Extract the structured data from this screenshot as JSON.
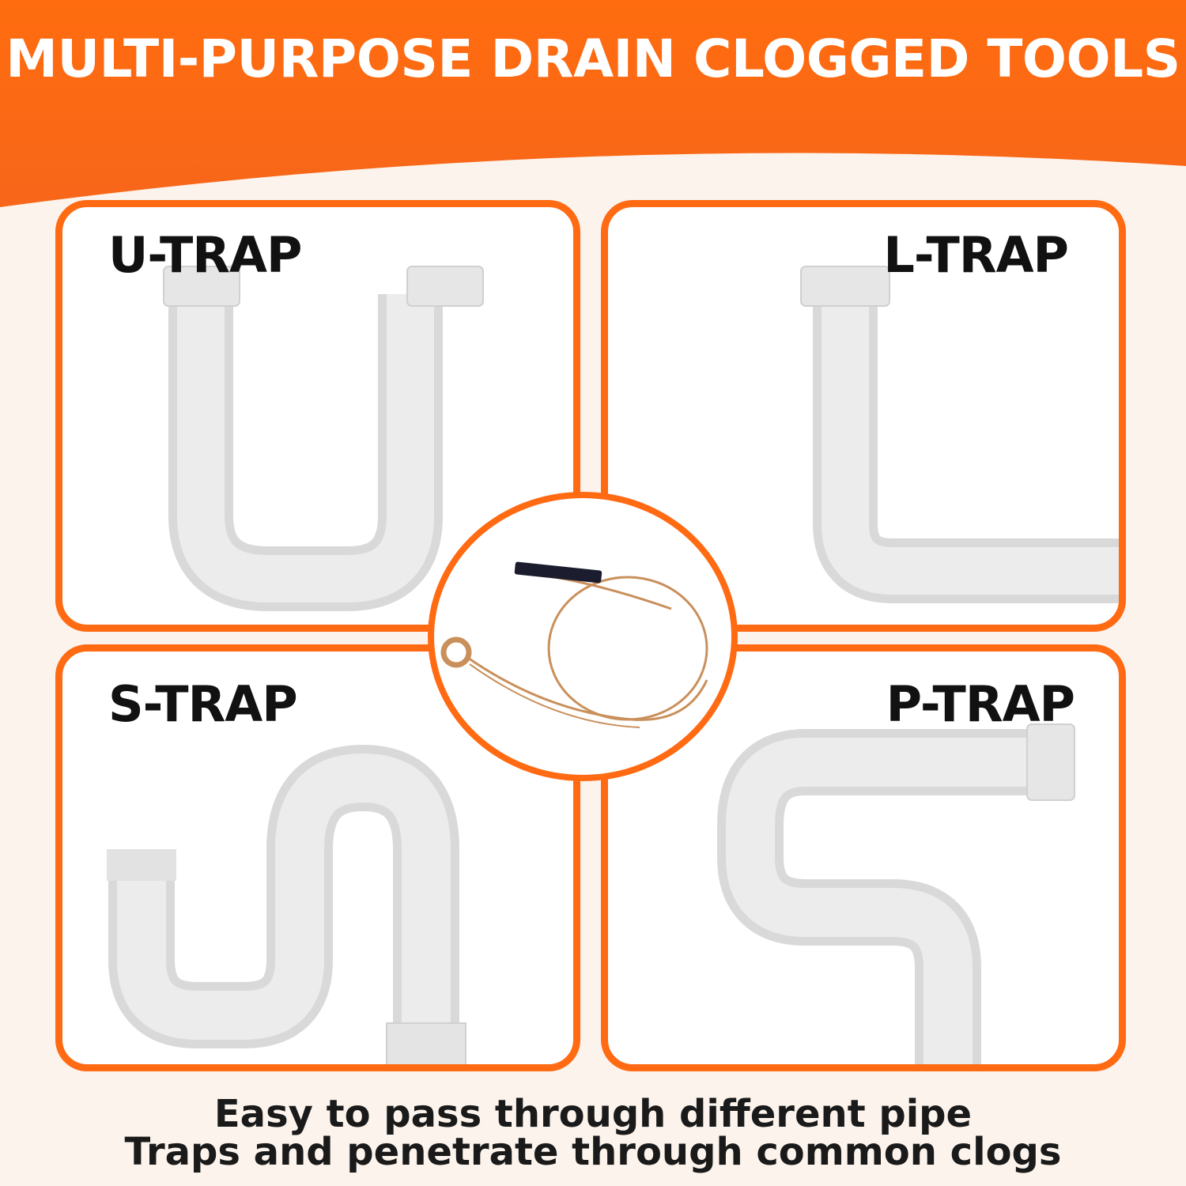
{
  "header": {
    "title": "MULTI-PURPOSE DRAIN CLOGGED TOOLS"
  },
  "panels": [
    {
      "label": "U-TRAP"
    },
    {
      "label": "L-TRAP"
    },
    {
      "label": "S-TRAP"
    },
    {
      "label": "P-TRAP"
    }
  ],
  "caption": {
    "line1": "Easy to pass through different pipe",
    "line2": "Traps and penetrate through common clogs"
  },
  "colors": {
    "accent": "#ff6a13",
    "pipe": "#e7e7e7",
    "text": "#111111"
  }
}
